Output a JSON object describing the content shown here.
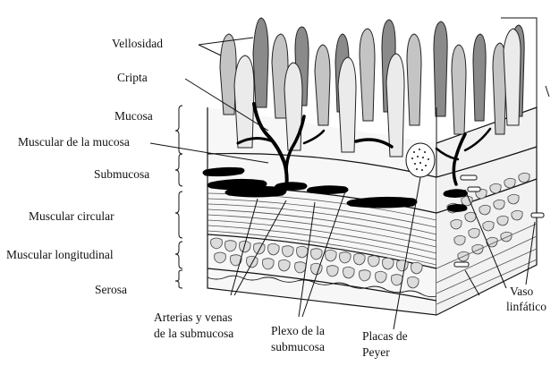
{
  "figure": {
    "labels": {
      "vellosidad": "Vellosidad",
      "cripta": "Cripta",
      "mucosa": "Mucosa",
      "muscular_mucosa": "Muscular de la mucosa",
      "submucosa": "Submucosa",
      "muscular_circular": "Muscular circular",
      "muscular_longitudinal": "Muscular longitudinal",
      "serosa": "Serosa",
      "arterias_line1": "Arterias y venas",
      "arterias_line2": "de la submucosa",
      "plexo_line1": "Plexo de la",
      "plexo_line2": "submucosa",
      "placas_line1": "Placas de",
      "placas_line2": "Peyer",
      "vaso_line1": "Vaso",
      "vaso_line2": "linfático"
    },
    "colors": {
      "ink": "#111111",
      "villus_dark": "#8a8a8a",
      "villus_light": "#c4c4c4",
      "villus_pale": "#ebebeb",
      "layer_fill": "#f2f2f2"
    }
  }
}
